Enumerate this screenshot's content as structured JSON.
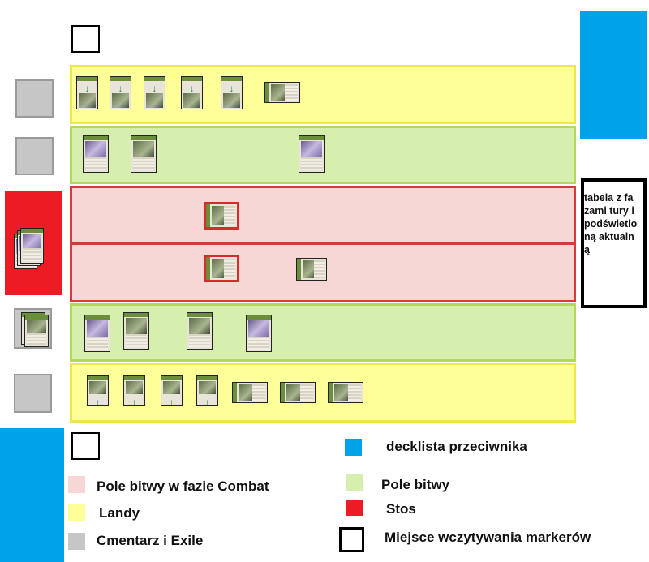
{
  "phase_table_label": "tabela z fazami tury i podświetloną aktualną",
  "legend": {
    "combat": "Pole bitwy w fazie Combat",
    "lands": "Landy",
    "graveyard_exile": "Cmentarz i Exile",
    "opponent_decklist": "decklista przeciwnika",
    "battlefield": "Pole bitwy",
    "stack": "Stos",
    "marker_spot": "Miejsce wczytywania markerów"
  },
  "colors": {
    "combat": "#f7d6d6",
    "lands": "#ffff99",
    "graveyard_exile": "#c6c6c6",
    "opponent_decklist": "#00a2e8",
    "battlefield": "#d6eeae",
    "stack": "#ed1c24",
    "marker_spot": "#ffffff"
  }
}
